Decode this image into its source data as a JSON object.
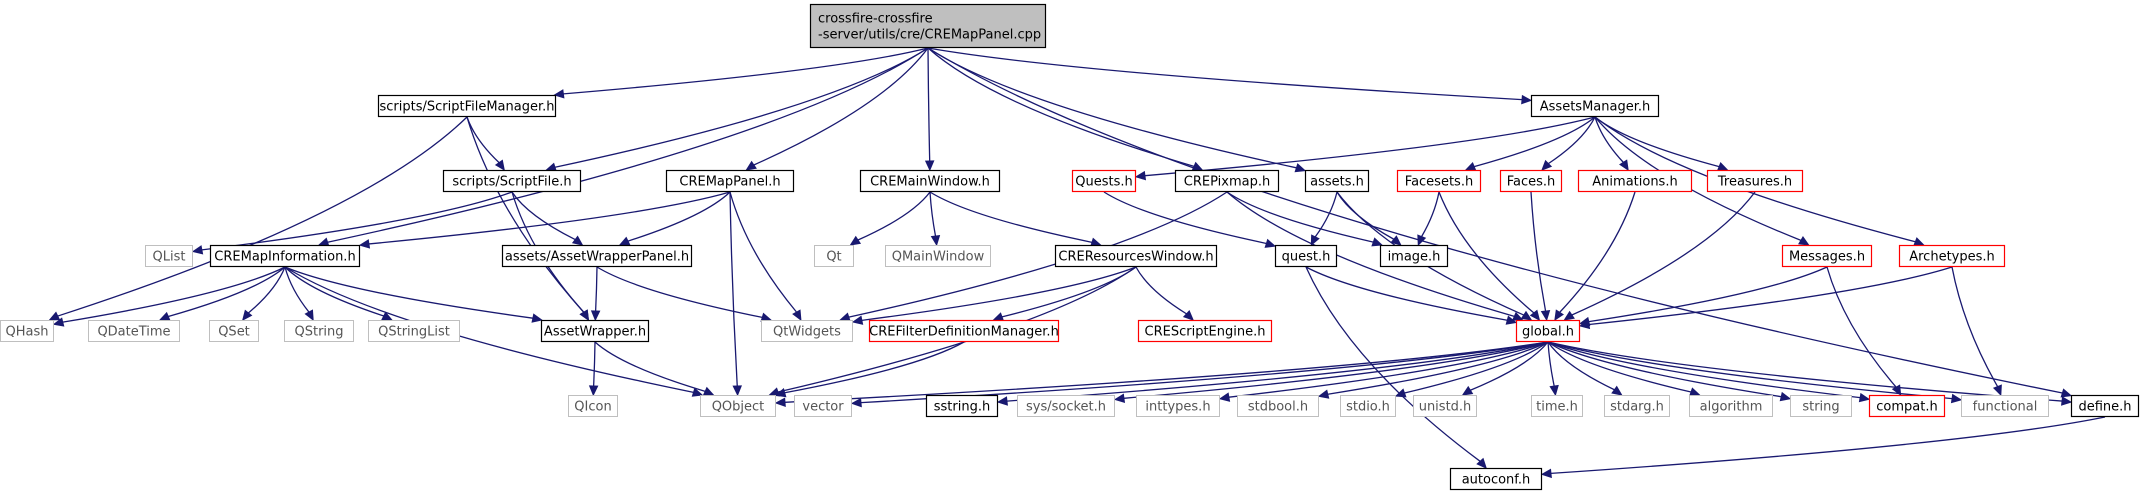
{
  "colors": {
    "edge": "#191970",
    "box_black": "#000000",
    "box_red": "#ff0000",
    "box_gray": "#bfbfbf",
    "root_fill": "#bfbfbf",
    "text_dark": "#000000",
    "text_gray": "#555555"
  },
  "nodes": [
    {
      "id": "root",
      "lines": [
        "crossfire-crossfire",
        "-server/utils/cre/CREMapPanel.cpp"
      ],
      "style": "root"
    },
    {
      "id": "scriptfilemanager",
      "lines": [
        "scripts/ScriptFileManager.h"
      ],
      "style": "black"
    },
    {
      "id": "assetsmanager",
      "lines": [
        "AssetsManager.h"
      ],
      "style": "black"
    },
    {
      "id": "scriptfile",
      "lines": [
        "scripts/ScriptFile.h"
      ],
      "style": "black"
    },
    {
      "id": "cremappanel_h",
      "lines": [
        "CREMapPanel.h"
      ],
      "style": "black"
    },
    {
      "id": "cremainwindow",
      "lines": [
        "CREMainWindow.h"
      ],
      "style": "black"
    },
    {
      "id": "quests",
      "lines": [
        "Quests.h"
      ],
      "style": "red"
    },
    {
      "id": "crepixmap",
      "lines": [
        "CREPixmap.h"
      ],
      "style": "black"
    },
    {
      "id": "assets",
      "lines": [
        "assets.h"
      ],
      "style": "black"
    },
    {
      "id": "facesets",
      "lines": [
        "Facesets.h"
      ],
      "style": "red"
    },
    {
      "id": "faces",
      "lines": [
        "Faces.h"
      ],
      "style": "red"
    },
    {
      "id": "animations",
      "lines": [
        "Animations.h"
      ],
      "style": "red"
    },
    {
      "id": "treasures",
      "lines": [
        "Treasures.h"
      ],
      "style": "red"
    },
    {
      "id": "qlist",
      "lines": [
        "QList"
      ],
      "style": "gray"
    },
    {
      "id": "cremapinformation",
      "lines": [
        "CREMapInformation.h"
      ],
      "style": "black"
    },
    {
      "id": "assetwrapperpanel",
      "lines": [
        "assets/AssetWrapperPanel.h"
      ],
      "style": "black"
    },
    {
      "id": "qt",
      "lines": [
        "Qt"
      ],
      "style": "gray"
    },
    {
      "id": "qmainwindow",
      "lines": [
        "QMainWindow"
      ],
      "style": "gray"
    },
    {
      "id": "creresourceswindow",
      "lines": [
        "CREResourcesWindow.h"
      ],
      "style": "black"
    },
    {
      "id": "quest",
      "lines": [
        "quest.h"
      ],
      "style": "black"
    },
    {
      "id": "image",
      "lines": [
        "image.h"
      ],
      "style": "black"
    },
    {
      "id": "messages",
      "lines": [
        "Messages.h"
      ],
      "style": "red"
    },
    {
      "id": "archetypes",
      "lines": [
        "Archetypes.h"
      ],
      "style": "red"
    },
    {
      "id": "qhash",
      "lines": [
        "QHash"
      ],
      "style": "gray"
    },
    {
      "id": "qdatetime",
      "lines": [
        "QDateTime"
      ],
      "style": "gray"
    },
    {
      "id": "qset",
      "lines": [
        "QSet"
      ],
      "style": "gray"
    },
    {
      "id": "qstring",
      "lines": [
        "QString"
      ],
      "style": "gray"
    },
    {
      "id": "qstringlist",
      "lines": [
        "QStringList"
      ],
      "style": "gray"
    },
    {
      "id": "assetwrapper",
      "lines": [
        "AssetWrapper.h"
      ],
      "style": "black"
    },
    {
      "id": "qtwidgets",
      "lines": [
        "QtWidgets"
      ],
      "style": "gray"
    },
    {
      "id": "crefilterdefinitionmanager",
      "lines": [
        "CREFilterDefinitionManager.h"
      ],
      "style": "red"
    },
    {
      "id": "crescriptengine",
      "lines": [
        "CREScriptEngine.h"
      ],
      "style": "red"
    },
    {
      "id": "global",
      "lines": [
        "global.h"
      ],
      "style": "red"
    },
    {
      "id": "qicon",
      "lines": [
        "QIcon"
      ],
      "style": "gray"
    },
    {
      "id": "qobject",
      "lines": [
        "QObject"
      ],
      "style": "gray"
    },
    {
      "id": "vector",
      "lines": [
        "vector"
      ],
      "style": "gray"
    },
    {
      "id": "sstring",
      "lines": [
        "sstring.h"
      ],
      "style": "black"
    },
    {
      "id": "syssocket",
      "lines": [
        "sys/socket.h"
      ],
      "style": "gray"
    },
    {
      "id": "inttypes",
      "lines": [
        "inttypes.h"
      ],
      "style": "gray"
    },
    {
      "id": "stdbool",
      "lines": [
        "stdbool.h"
      ],
      "style": "gray"
    },
    {
      "id": "stdio",
      "lines": [
        "stdio.h"
      ],
      "style": "gray"
    },
    {
      "id": "unistd",
      "lines": [
        "unistd.h"
      ],
      "style": "gray"
    },
    {
      "id": "time",
      "lines": [
        "time.h"
      ],
      "style": "gray"
    },
    {
      "id": "stdarg",
      "lines": [
        "stdarg.h"
      ],
      "style": "gray"
    },
    {
      "id": "algorithm",
      "lines": [
        "algorithm"
      ],
      "style": "gray"
    },
    {
      "id": "string",
      "lines": [
        "string"
      ],
      "style": "gray"
    },
    {
      "id": "compat",
      "lines": [
        "compat.h"
      ],
      "style": "red"
    },
    {
      "id": "functional",
      "lines": [
        "functional"
      ],
      "style": "gray"
    },
    {
      "id": "define",
      "lines": [
        "define.h"
      ],
      "style": "black"
    },
    {
      "id": "autoconf",
      "lines": [
        "autoconf.h"
      ],
      "style": "black"
    }
  ],
  "edges": [
    [
      "root",
      "scriptfilemanager"
    ],
    [
      "root",
      "cremapinformation"
    ],
    [
      "root",
      "scriptfile"
    ],
    [
      "root",
      "cremappanel_h"
    ],
    [
      "root",
      "cremainwindow"
    ],
    [
      "root",
      "crepixmap"
    ],
    [
      "root",
      "assets"
    ],
    [
      "root",
      "assetsmanager"
    ],
    [
      "root",
      "define"
    ],
    [
      "scriptfilemanager",
      "qhash"
    ],
    [
      "scriptfilemanager",
      "scriptfile"
    ],
    [
      "scriptfilemanager",
      "assetwrapper"
    ],
    [
      "scriptfile",
      "qlist"
    ],
    [
      "scriptfile",
      "assetwrapperpanel"
    ],
    [
      "scriptfile",
      "assetwrapper"
    ],
    [
      "cremappanel_h",
      "cremapinformation"
    ],
    [
      "cremappanel_h",
      "assetwrapperpanel"
    ],
    [
      "cremappanel_h",
      "qobject"
    ],
    [
      "cremappanel_h",
      "qtwidgets"
    ],
    [
      "cremainwindow",
      "qt"
    ],
    [
      "cremainwindow",
      "qmainwindow"
    ],
    [
      "cremainwindow",
      "creresourceswindow"
    ],
    [
      "quests",
      "quest"
    ],
    [
      "crepixmap",
      "qtwidgets"
    ],
    [
      "crepixmap",
      "image"
    ],
    [
      "crepixmap",
      "global"
    ],
    [
      "assets",
      "quest"
    ],
    [
      "assets",
      "image"
    ],
    [
      "assets",
      "global"
    ],
    [
      "assetsmanager",
      "quests"
    ],
    [
      "assetsmanager",
      "facesets"
    ],
    [
      "assetsmanager",
      "faces"
    ],
    [
      "assetsmanager",
      "animations"
    ],
    [
      "assetsmanager",
      "treasures"
    ],
    [
      "assetsmanager",
      "messages"
    ],
    [
      "assetsmanager",
      "archetypes"
    ],
    [
      "facesets",
      "image"
    ],
    [
      "facesets",
      "global"
    ],
    [
      "faces",
      "global"
    ],
    [
      "animations",
      "global"
    ],
    [
      "treasures",
      "global"
    ],
    [
      "cremapinformation",
      "qhash"
    ],
    [
      "cremapinformation",
      "qdatetime"
    ],
    [
      "cremapinformation",
      "qset"
    ],
    [
      "cremapinformation",
      "qstring"
    ],
    [
      "cremapinformation",
      "qstringlist"
    ],
    [
      "cremapinformation",
      "assetwrapper"
    ],
    [
      "cremapinformation",
      "qobject"
    ],
    [
      "assetwrapperpanel",
      "assetwrapper"
    ],
    [
      "assetwrapperpanel",
      "qtwidgets"
    ],
    [
      "creresourceswindow",
      "qtwidgets"
    ],
    [
      "creresourceswindow",
      "crefilterdefinitionmanager"
    ],
    [
      "creresourceswindow",
      "crescriptengine"
    ],
    [
      "creresourceswindow",
      "qobject"
    ],
    [
      "quest",
      "global"
    ],
    [
      "quest",
      "autoconf"
    ],
    [
      "messages",
      "global"
    ],
    [
      "messages",
      "compat"
    ],
    [
      "archetypes",
      "global"
    ],
    [
      "archetypes",
      "functional"
    ],
    [
      "assetwrapper",
      "qicon"
    ],
    [
      "assetwrapper",
      "qobject"
    ],
    [
      "crefilterdefinitionmanager",
      "qobject"
    ],
    [
      "global",
      "vector"
    ],
    [
      "global",
      "qobject"
    ],
    [
      "global",
      "sstring"
    ],
    [
      "global",
      "syssocket"
    ],
    [
      "global",
      "inttypes"
    ],
    [
      "global",
      "stdbool"
    ],
    [
      "global",
      "stdio"
    ],
    [
      "global",
      "unistd"
    ],
    [
      "global",
      "time"
    ],
    [
      "global",
      "stdarg"
    ],
    [
      "global",
      "algorithm"
    ],
    [
      "global",
      "string"
    ],
    [
      "global",
      "compat"
    ],
    [
      "global",
      "functional"
    ],
    [
      "global",
      "define"
    ],
    [
      "define",
      "autoconf"
    ]
  ]
}
